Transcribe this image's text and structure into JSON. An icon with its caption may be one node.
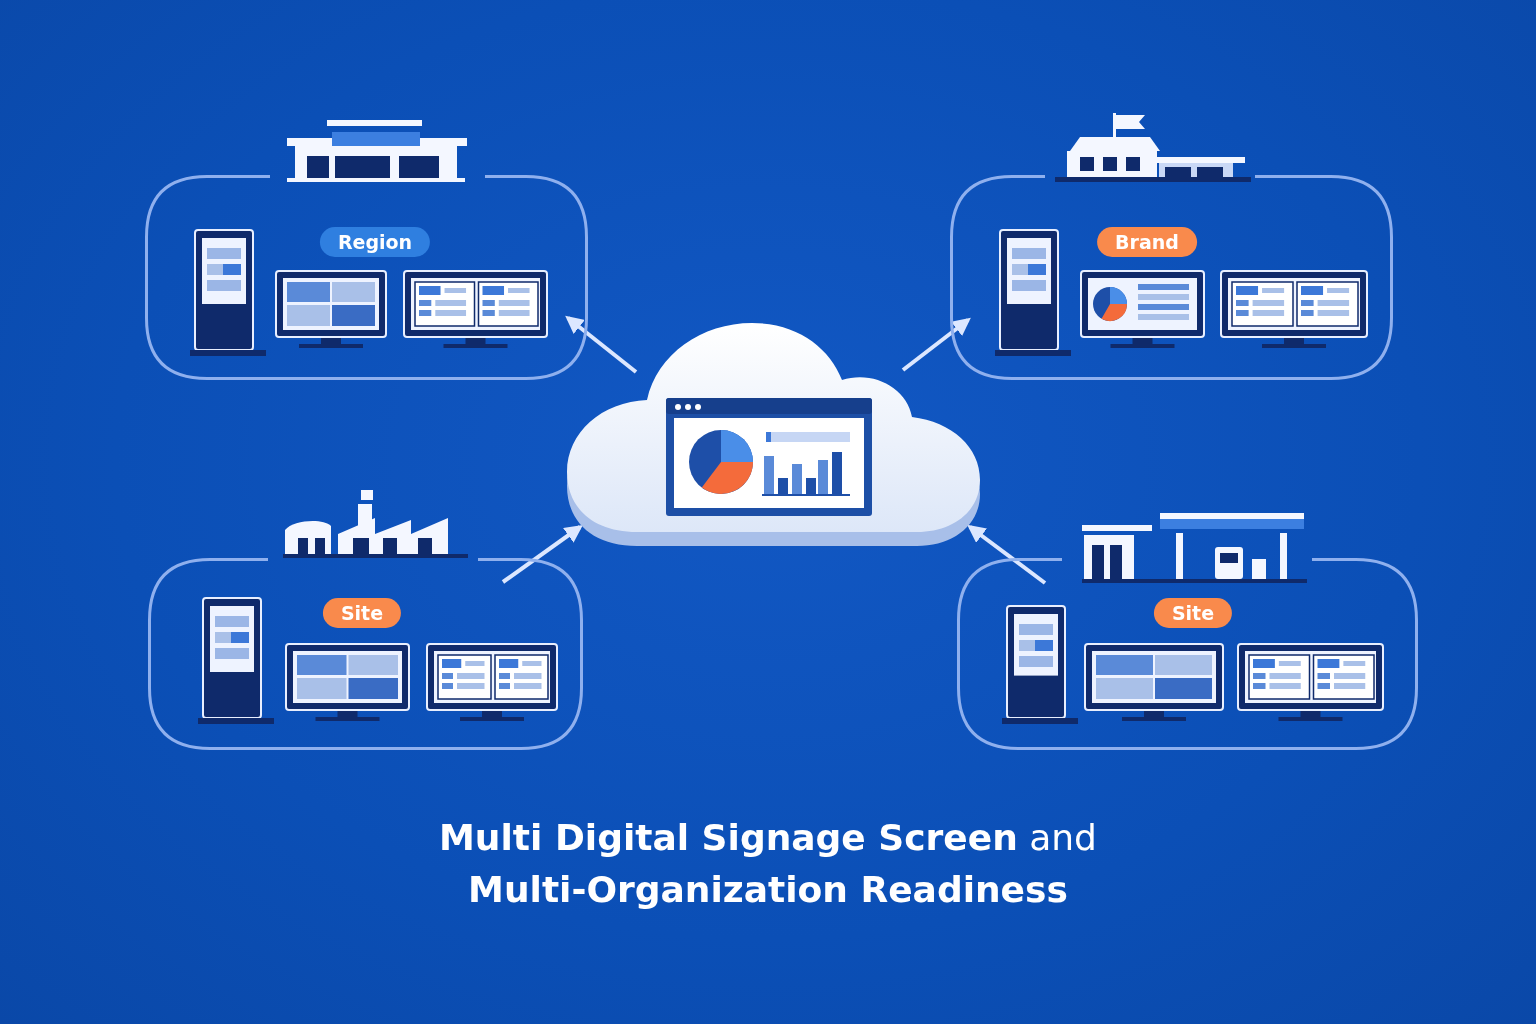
{
  "diagram": {
    "caption": "**Multi Digital Signage Screen** and **Multi-Organization Readiness**",
    "nodes": [
      {
        "text": [
          "Region"
        ]
      },
      {
        "text": [
          "Brand"
        ]
      },
      {
        "text": [],
        "shape": "cloud"
      },
      {
        "text": [
          "Site"
        ]
      },
      {
        "text": [
          "Site"
        ]
      }
    ],
    "edges": [
      {
        "from": 2,
        "to": 0,
        "arrow": "to"
      },
      {
        "from": 2,
        "to": 1,
        "arrow": "to"
      },
      {
        "from": 3,
        "to": 2,
        "arrow": "to"
      },
      {
        "from": 4,
        "to": 2,
        "arrow": "to"
      }
    ]
  }
}
